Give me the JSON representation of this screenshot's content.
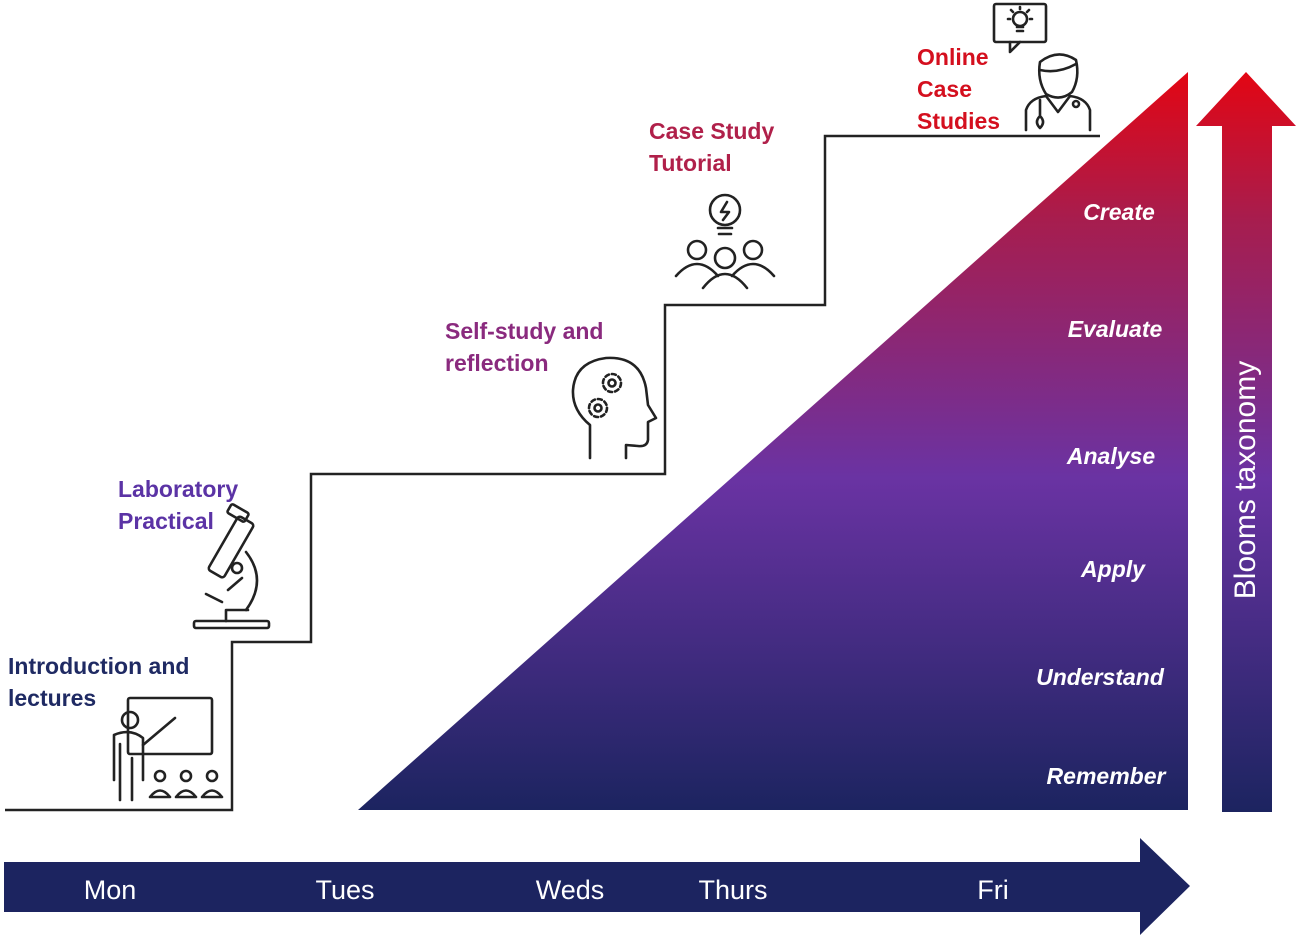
{
  "steps": [
    {
      "id": "intro",
      "lines": [
        "Introduction and",
        "lectures"
      ],
      "color": "#1f2a63",
      "icon": "teacher-presentation-icon"
    },
    {
      "id": "lab",
      "lines": [
        "Laboratory",
        "Practical"
      ],
      "color": "#5b33a5",
      "icon": "microscope-icon"
    },
    {
      "id": "self",
      "lines": [
        "Self-study and",
        "reflection"
      ],
      "color": "#8a2a7e",
      "icon": "head-gears-icon"
    },
    {
      "id": "tutorial",
      "lines": [
        "Case Study",
        "Tutorial"
      ],
      "color": "#b0204a",
      "icon": "group-lightbulb-icon"
    },
    {
      "id": "online",
      "lines": [
        "Online",
        "Case",
        "Studies"
      ],
      "color": "#d40f1e",
      "icon": "doctor-idea-icon"
    }
  ],
  "bloom_levels": [
    "Remember",
    "Understand",
    "Apply",
    "Analyse",
    "Evaluate",
    "Create"
  ],
  "bloom_axis_label": "Blooms taxonomy",
  "days": [
    "Mon",
    "Tues",
    "Weds",
    "Thurs",
    "Fri"
  ],
  "colors": {
    "navy": "#1c2460",
    "purple": "#6a33a3",
    "crimson": "#a71d4e",
    "red": "#e30613",
    "stair_line": "#222222",
    "icon_stroke": "#222222"
  }
}
